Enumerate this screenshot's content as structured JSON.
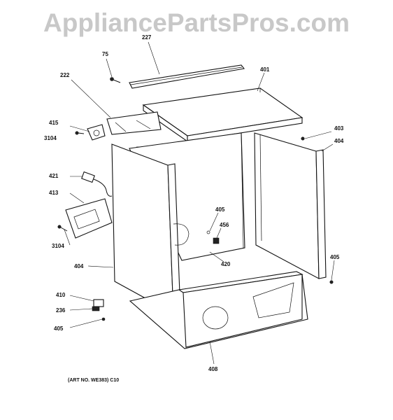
{
  "watermark": "AppliancePartsPros.com",
  "callouts": {
    "c227": "227",
    "c75": "75",
    "c222": "222",
    "c401": "401",
    "c415": "415",
    "c3104a": "3104",
    "c403": "403",
    "c404a": "404",
    "c421": "421",
    "c413": "413",
    "c405a": "405",
    "c456": "456",
    "c3104b": "3104",
    "c420": "420",
    "c404b": "404",
    "c405b": "405",
    "c410": "410",
    "c236": "236",
    "c405c": "405",
    "c408": "408"
  },
  "art_number": "(ART NO. WE383) C10"
}
